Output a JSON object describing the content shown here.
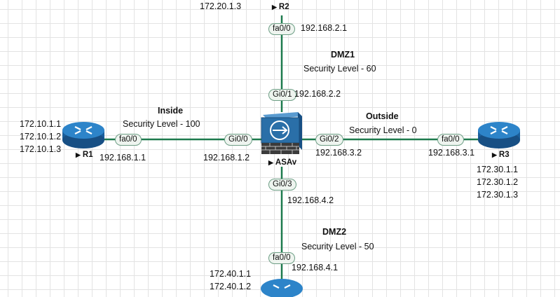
{
  "devices": {
    "r1": {
      "name": "R1",
      "ips": [
        "172.10.1.1",
        "172.10.1.2",
        "172.10.1.3"
      ]
    },
    "r2": {
      "name": "R2",
      "ip": "172.20.1.3"
    },
    "r3": {
      "name": "R3",
      "ips": [
        "172.30.1.1",
        "172.30.1.2",
        "172.30.1.3"
      ]
    },
    "r4": {
      "ips": [
        "172.40.1.1",
        "172.40.1.2"
      ]
    },
    "asav": {
      "name": "ASAv"
    }
  },
  "zones": {
    "inside": {
      "name": "Inside",
      "level": "Security Level - 100"
    },
    "dmz1": {
      "name": "DMZ1",
      "level": "Security Level - 60"
    },
    "outside": {
      "name": "Outside",
      "level": "Security Level - 0"
    },
    "dmz2": {
      "name": "DMZ2",
      "level": "Security Level - 50"
    }
  },
  "links": {
    "r1_asav": {
      "r1_port": "fa0/0",
      "r1_ip": "192.168.1.1",
      "asa_port": "Gi0/0",
      "asa_ip": "192.168.1.2"
    },
    "r2_asav": {
      "r2_port": "fa0/0",
      "r2_ip": "192.168.2.1",
      "asa_port": "Gi0/1",
      "asa_ip": "192.168.2.2"
    },
    "r3_asav": {
      "r3_port": "fa0/0",
      "r3_ip": "192.168.3.1",
      "asa_port": "Gi0/2",
      "asa_ip": "192.168.3.2"
    },
    "r4_asav": {
      "r4_port": "fa0/0",
      "r4_ip": "192.168.4.1",
      "asa_port": "Gi0/3",
      "asa_ip": "192.168.4.2"
    }
  },
  "colors": {
    "router_blue": "#1f6fb2",
    "link_green": "#1d7a4d",
    "asa_blue": "#2a6fa8"
  }
}
